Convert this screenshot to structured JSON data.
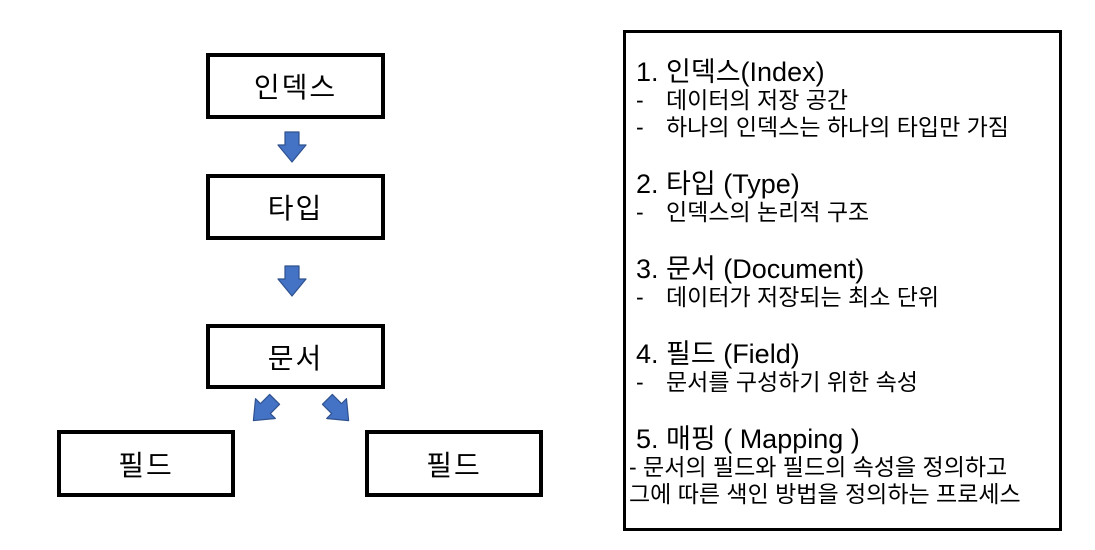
{
  "diagram": {
    "boxes": [
      {
        "id": "index",
        "label": "인덱스"
      },
      {
        "id": "type",
        "label": "타입"
      },
      {
        "id": "document",
        "label": "문서"
      },
      {
        "id": "field1",
        "label": "필드"
      },
      {
        "id": "field2",
        "label": "필드"
      }
    ],
    "arrow_fill": "#4472C4",
    "arrow_stroke": "#2F528F"
  },
  "legend": {
    "bullet_char": "-",
    "sections": [
      {
        "heading": "1. 인덱스(Index)",
        "bullets": [
          "데이터의 저장 공간",
          "하나의 인덱스는 하나의 타입만 가짐"
        ]
      },
      {
        "heading": "2. 타입 (Type)",
        "bullets": [
          "인덱스의 논리적 구조"
        ]
      },
      {
        "heading": "3. 문서 (Document)",
        "bullets": [
          "데이터가 저장되는 최소 단위"
        ]
      },
      {
        "heading": "4. 필드 (Field)",
        "bullets": [
          "문서를 구성하기 위한 속성"
        ]
      },
      {
        "heading": "5. 매핑 ( Mapping )",
        "lines": [
          "- 문서의 필드와 필드의 속성을 정의하고",
          "그에 따른 색인 방법을 정의하는 프로세스"
        ]
      }
    ]
  }
}
